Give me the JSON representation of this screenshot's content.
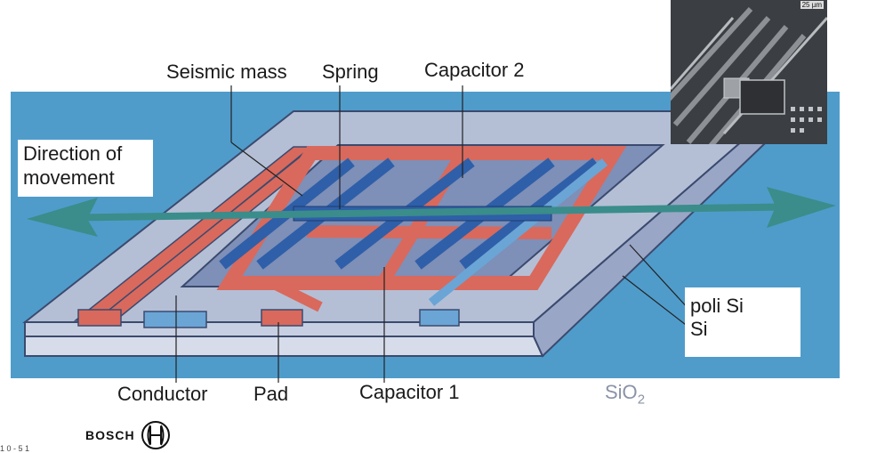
{
  "labels": {
    "seismic_mass": "Seismic mass",
    "spring": "Spring",
    "capacitor_2": "Capacitor 2",
    "direction_line1": "Direction of",
    "direction_line2": "movement",
    "poli_si": "poli Si",
    "si": "Si",
    "conductor": "Conductor",
    "pad": "Pad",
    "capacitor_1": "Capacitor 1",
    "sio2_main": "SiO",
    "sio2_sub": "2"
  },
  "sem_inset": {
    "scale_bar": "25 µm"
  },
  "logo": {
    "brand": "BOSCH"
  },
  "footnote": "1 0 - 5 1",
  "colors": {
    "background_blue": "#4f9ccb",
    "substrate_gray": "#b4bfd6",
    "structure_red": "#d9695c",
    "structure_blue": "#2f5fa8",
    "arrow_teal": "#3a8d8a",
    "sio2_label": "#8a93a6"
  }
}
